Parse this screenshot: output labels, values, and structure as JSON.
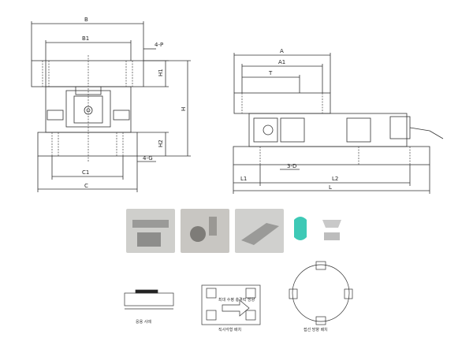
{
  "front_view": {
    "dims": {
      "B": "B",
      "B1": "B1",
      "P": "4-P",
      "H1": "H1",
      "H": "H",
      "H2": "H2",
      "G": "4-G",
      "C1": "C1",
      "C": "C"
    }
  },
  "side_view": {
    "dims": {
      "A": "A",
      "A1": "A1",
      "T": "T",
      "D": "3-D",
      "L1": "L1",
      "L2": "L2",
      "L": "L"
    }
  },
  "photos": [
    {
      "icon": "mount-assembly-photo"
    },
    {
      "icon": "ball-bearing-photo"
    },
    {
      "icon": "side-mount-photo"
    },
    {
      "icon": "self-aligning-icon"
    }
  ],
  "bottom": {
    "app_caption": "응용 사례",
    "dir_caption": "직사각형 배치",
    "dir_label": "최대 수평 충격력 방향",
    "circle_caption": "접선 방향 배치"
  },
  "colors": {
    "line": "#333333",
    "dash": "#555555",
    "teal": "#3ec9b6",
    "photo_bg": "#cfcfcc"
  }
}
